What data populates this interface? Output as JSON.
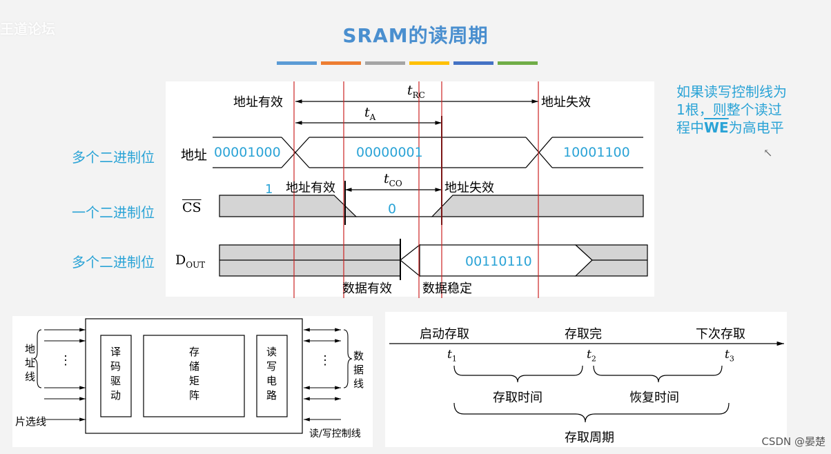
{
  "watermark": "王道论坛",
  "title": "SRAM的读周期",
  "colorbar": [
    "#5b9bd5",
    "#ed7d31",
    "#a5a5a5",
    "#ffc000",
    "#4472c4",
    "#70ad47"
  ],
  "side_labels": {
    "address_row": "多个二进制位",
    "cs_row": "一个二进制位",
    "dout_row": "多个二进制位"
  },
  "note": {
    "line1": "如果读写控制线为",
    "line2": "1根，则整个读过",
    "line3_prefix": "程中",
    "line3_overline": "WE",
    "line3_suffix": "为高电平"
  },
  "timing": {
    "addr_valid": "地址有效",
    "addr_invalid": "地址失效",
    "t_rc": "t",
    "t_rc_sub": "RC",
    "t_a": "t",
    "t_a_sub": "A",
    "t_co": "t",
    "t_co_sub": "CO",
    "addr_label": "地址",
    "addr_val1": "00001000",
    "addr_val2": "00000001",
    "addr_val3": "10001100",
    "cs_label": "CS",
    "cs_high": "1",
    "cs_low": "0",
    "cs_addr_valid": "地址有效",
    "cs_addr_invalid": "地址失效",
    "dout_label_main": "D",
    "dout_label_sub": "OUT",
    "dout_val": "00110110",
    "data_valid": "数据有效",
    "data_stable": "数据稳定"
  },
  "block": {
    "addr_line": "地址线",
    "chip_select": "片选线",
    "decoder": "译码驱动",
    "matrix": "存储矩阵",
    "rw_circuit": "读写电路",
    "data_line": "数据线",
    "rw_control": "读/写控制线",
    "dots": "⋮"
  },
  "cycle": {
    "start": "启动存取",
    "done": "存取完",
    "next": "下次存取",
    "t1": "t",
    "t1_sub": "1",
    "t2": "t",
    "t2_sub": "2",
    "t3": "t",
    "t3_sub": "3",
    "access_time": "存取时间",
    "recovery_time": "恢复时间",
    "cycle_time": "存取周期"
  },
  "footer": "CSDN @晏楚"
}
